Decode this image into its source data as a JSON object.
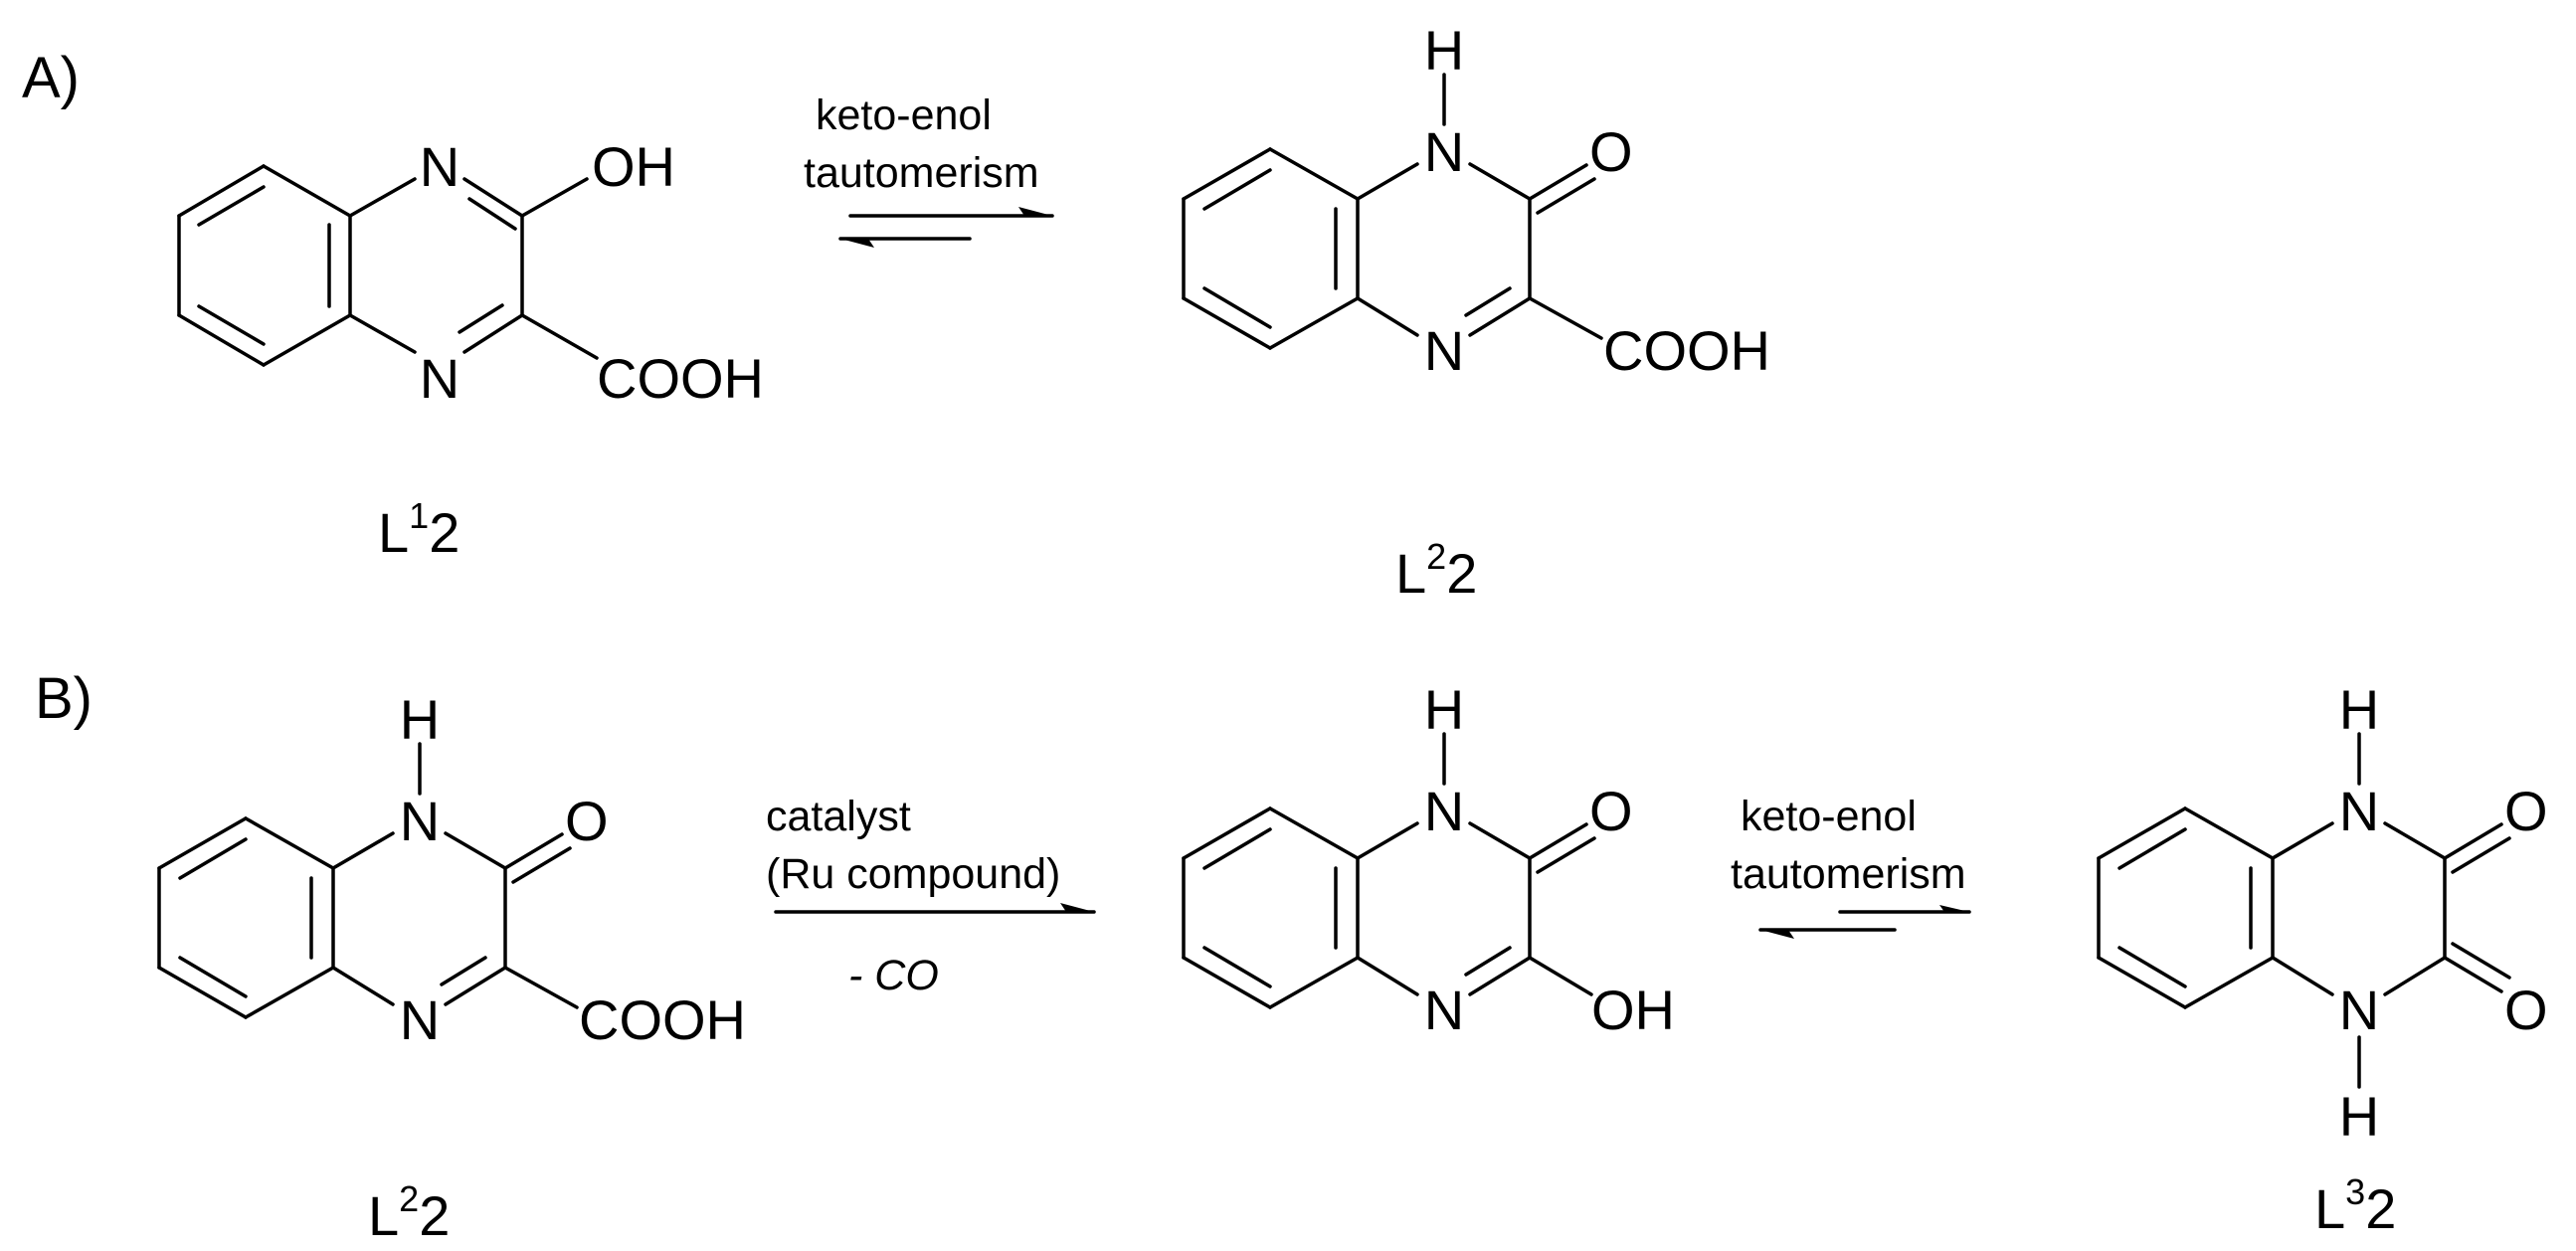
{
  "panel_a": {
    "label": "A)",
    "left": {
      "atoms": {
        "n_top": "N",
        "n_bottom": "N",
        "oh": "OH",
        "cooh": "COOH"
      },
      "compound": {
        "base": "L",
        "sup": "1",
        "num": "2"
      }
    },
    "arrow": {
      "line1": "keto-enol",
      "line2": "tautomerism"
    },
    "right": {
      "atoms": {
        "h": "H",
        "n_top": "N",
        "o": "O",
        "n_bottom": "N",
        "cooh": "COOH"
      },
      "compound": {
        "base": "L",
        "sup": "2",
        "num": "2"
      }
    }
  },
  "panel_b": {
    "label": "B)",
    "left": {
      "atoms": {
        "h": "H",
        "n_top": "N",
        "o": "O",
        "n_bottom": "N",
        "cooh": "COOH"
      },
      "compound": {
        "base": "L",
        "sup": "2",
        "num": "2"
      }
    },
    "arrow1": {
      "line1": "catalyst",
      "line2": "(Ru compound)",
      "below": "- CO"
    },
    "middle": {
      "atoms": {
        "h": "H",
        "n_top": "N",
        "o": "O",
        "n_bottom": "N",
        "oh": "OH"
      }
    },
    "arrow2": {
      "line1": "keto-enol",
      "line2": "tautomerism"
    },
    "right": {
      "atoms": {
        "h_top": "H",
        "n_top": "N",
        "o_top": "O",
        "n_bottom": "N",
        "o_bottom": "O",
        "h_bottom": "H"
      },
      "compound": {
        "base": "L",
        "sup": "3",
        "num": "2"
      }
    }
  }
}
